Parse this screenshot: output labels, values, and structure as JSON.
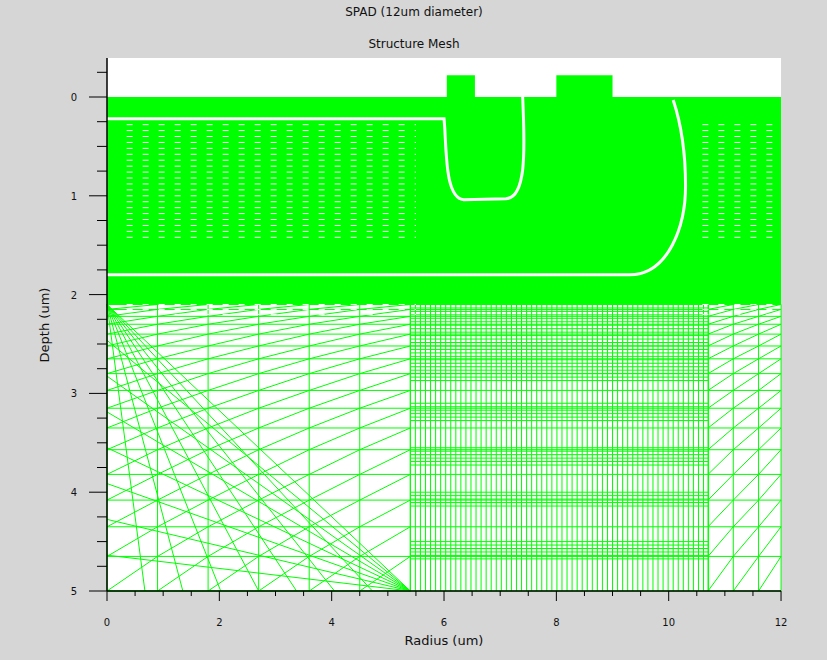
{
  "diagram": {
    "title": "SPAD (12um diameter)",
    "labels": [
      "Structure Mesh",
      "0",
      "1",
      "2",
      "3",
      "4",
      "5",
      "0",
      "2",
      "4",
      "6",
      "8",
      "10",
      "12",
      "Depth (um)",
      "Radius (um)"
    ]
  }
}
